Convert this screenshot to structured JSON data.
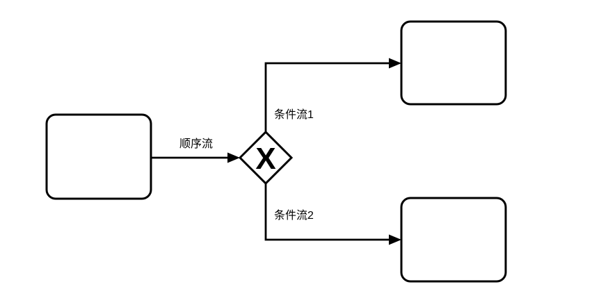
{
  "diagram": {
    "kind": "bpmn-exclusive-gateway-flow",
    "gateway": {
      "symbol": "X"
    },
    "nodes": {
      "task_left": {
        "label": ""
      },
      "task_top_right": {
        "label": ""
      },
      "task_bottom_right": {
        "label": ""
      }
    },
    "flows": {
      "sequence": {
        "label": "顺序流"
      },
      "conditional_1": {
        "label": "条件流1"
      },
      "conditional_2": {
        "label": "条件流2"
      }
    },
    "colors": {
      "stroke": "#000000",
      "fill": "#ffffff",
      "text": "#000000"
    }
  }
}
